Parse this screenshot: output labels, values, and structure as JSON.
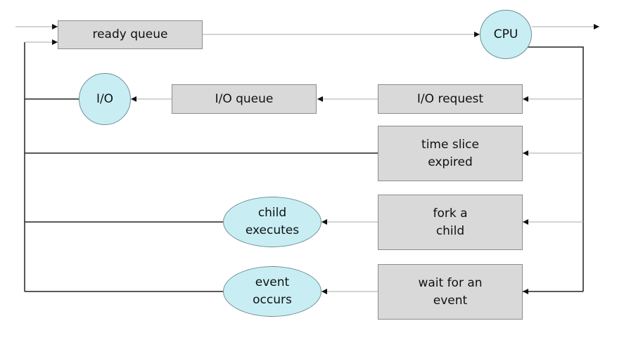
{
  "colors": {
    "box_fill": "#d9d9d9",
    "circle_fill": "#c8eef4",
    "line_gray": "#aaaaaa",
    "line_dark": "#222222"
  },
  "nodes": {
    "ready_queue": "ready queue",
    "cpu": "CPU",
    "io_request": "I/O request",
    "io_queue": "I/O queue",
    "io": "I/O",
    "time_slice": "time slice\nexpired",
    "fork_child": "fork a\nchild",
    "child_executes": "child\nexecutes",
    "wait_event": "wait for an\nevent",
    "event_occurs": "event\noccurs"
  }
}
